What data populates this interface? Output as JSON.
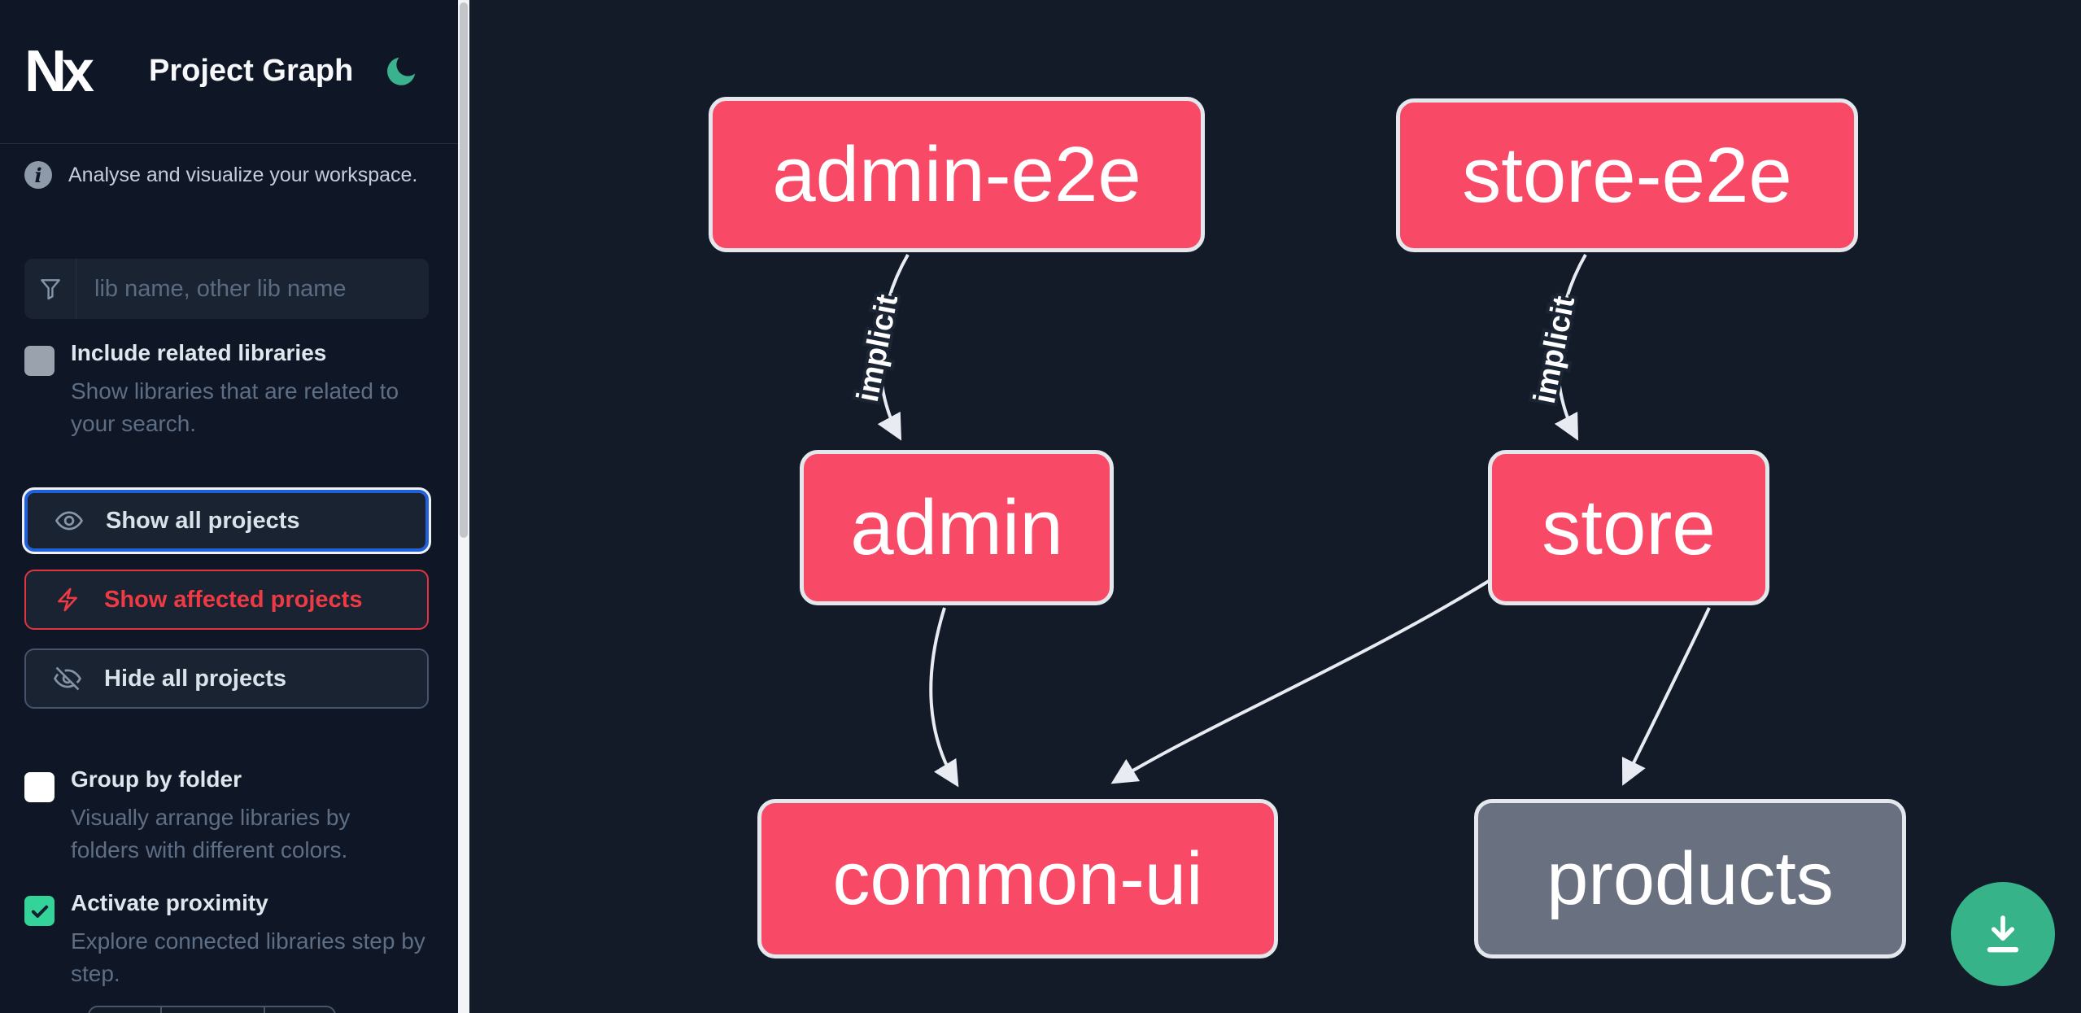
{
  "app": {
    "logo_text": "Nx",
    "title": "Project Graph",
    "theme_toggle": "dark-mode"
  },
  "sidebar": {
    "tagline": "Analyse and visualize your workspace.",
    "search": {
      "placeholder": "lib name, other lib name"
    },
    "toggles": [
      {
        "label": "Include related libraries",
        "description": "Show libraries that are related to your search.",
        "checked": false
      },
      {
        "label": "Group by folder",
        "description": "Visually arrange libraries by folders with different colors.",
        "checked": false
      },
      {
        "label": "Activate proximity",
        "description": "Explore connected libraries step by step.",
        "checked": true
      }
    ],
    "buttons": [
      {
        "label": "Show all projects",
        "icon": "eye",
        "state": "focused"
      },
      {
        "label": "Show affected projects",
        "icon": "bolt",
        "variant": "affected"
      },
      {
        "label": "Hide all projects",
        "icon": "eye-off"
      }
    ]
  },
  "graph": {
    "nodes": [
      {
        "id": "admin-e2e",
        "label": "admin-e2e",
        "color": "pink"
      },
      {
        "id": "store-e2e",
        "label": "store-e2e",
        "color": "pink"
      },
      {
        "id": "admin",
        "label": "admin",
        "color": "pink"
      },
      {
        "id": "store",
        "label": "store",
        "color": "pink"
      },
      {
        "id": "common-ui",
        "label": "common-ui",
        "color": "pink"
      },
      {
        "id": "products",
        "label": "products",
        "color": "gray"
      }
    ],
    "edges": [
      {
        "from": "admin-e2e",
        "to": "admin",
        "label": "implicit"
      },
      {
        "from": "store-e2e",
        "to": "store",
        "label": "implicit"
      },
      {
        "from": "admin",
        "to": "common-ui",
        "label": ""
      },
      {
        "from": "store",
        "to": "common-ui",
        "label": ""
      },
      {
        "from": "store",
        "to": "products",
        "label": ""
      }
    ]
  },
  "fab": {
    "icon": "download"
  },
  "colors": {
    "sidebar_bg": "#0f1626",
    "canvas_bg": "#131a28",
    "node_pink": "#f84966",
    "node_gray": "#697080",
    "node_border": "#e4e7ec",
    "edge": "#e8ecf2",
    "accent_green": "#36b389",
    "checkbox_green": "#34d399",
    "focus_blue": "#2160d8",
    "affected_red": "#ee3a44"
  }
}
